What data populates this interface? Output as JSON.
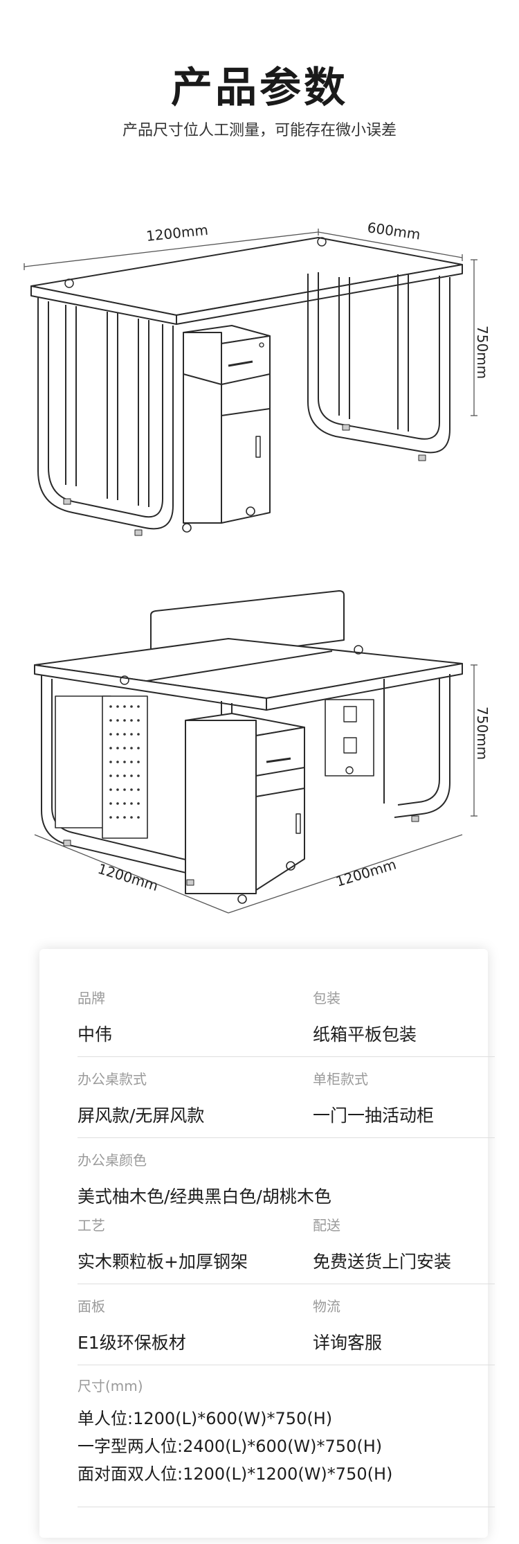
{
  "header": {
    "title": "产品参数",
    "subtitle": "产品尺寸位人工测量，可能存在微小误差"
  },
  "drawing_single": {
    "length": "1200mm",
    "depth": "600mm",
    "height": "750mm"
  },
  "drawing_double": {
    "length": "1200mm",
    "width": "1200mm",
    "height": "750mm"
  },
  "specs": {
    "brand": {
      "label": "品牌",
      "value": "中伟"
    },
    "packaging": {
      "label": "包装",
      "value": "纸箱平板包装"
    },
    "desk_style": {
      "label": "办公桌款式",
      "value": "屏风款/无屏风款"
    },
    "cabinet_style": {
      "label": "单柜款式",
      "value": "一门一抽活动柜"
    },
    "desk_color": {
      "label": "办公桌颜色",
      "value": "美式柚木色/经典黑白色/胡桃木色"
    },
    "craft": {
      "label": "工艺",
      "value": "实木颗粒板+加厚钢架"
    },
    "delivery": {
      "label": "配送",
      "value": "免费送货上门安装"
    },
    "panel": {
      "label": "面板",
      "value": "E1级环保板材"
    },
    "logistics": {
      "label": "物流",
      "value": "详询客服"
    },
    "size": {
      "label": "尺寸(mm)",
      "lines": [
        "单人位:1200(L)*600(W)*750(H)",
        "一字型两人位:2400(L)*600(W)*750(H)",
        "面对面双人位:1200(L)*1200(W)*750(H)"
      ]
    }
  }
}
